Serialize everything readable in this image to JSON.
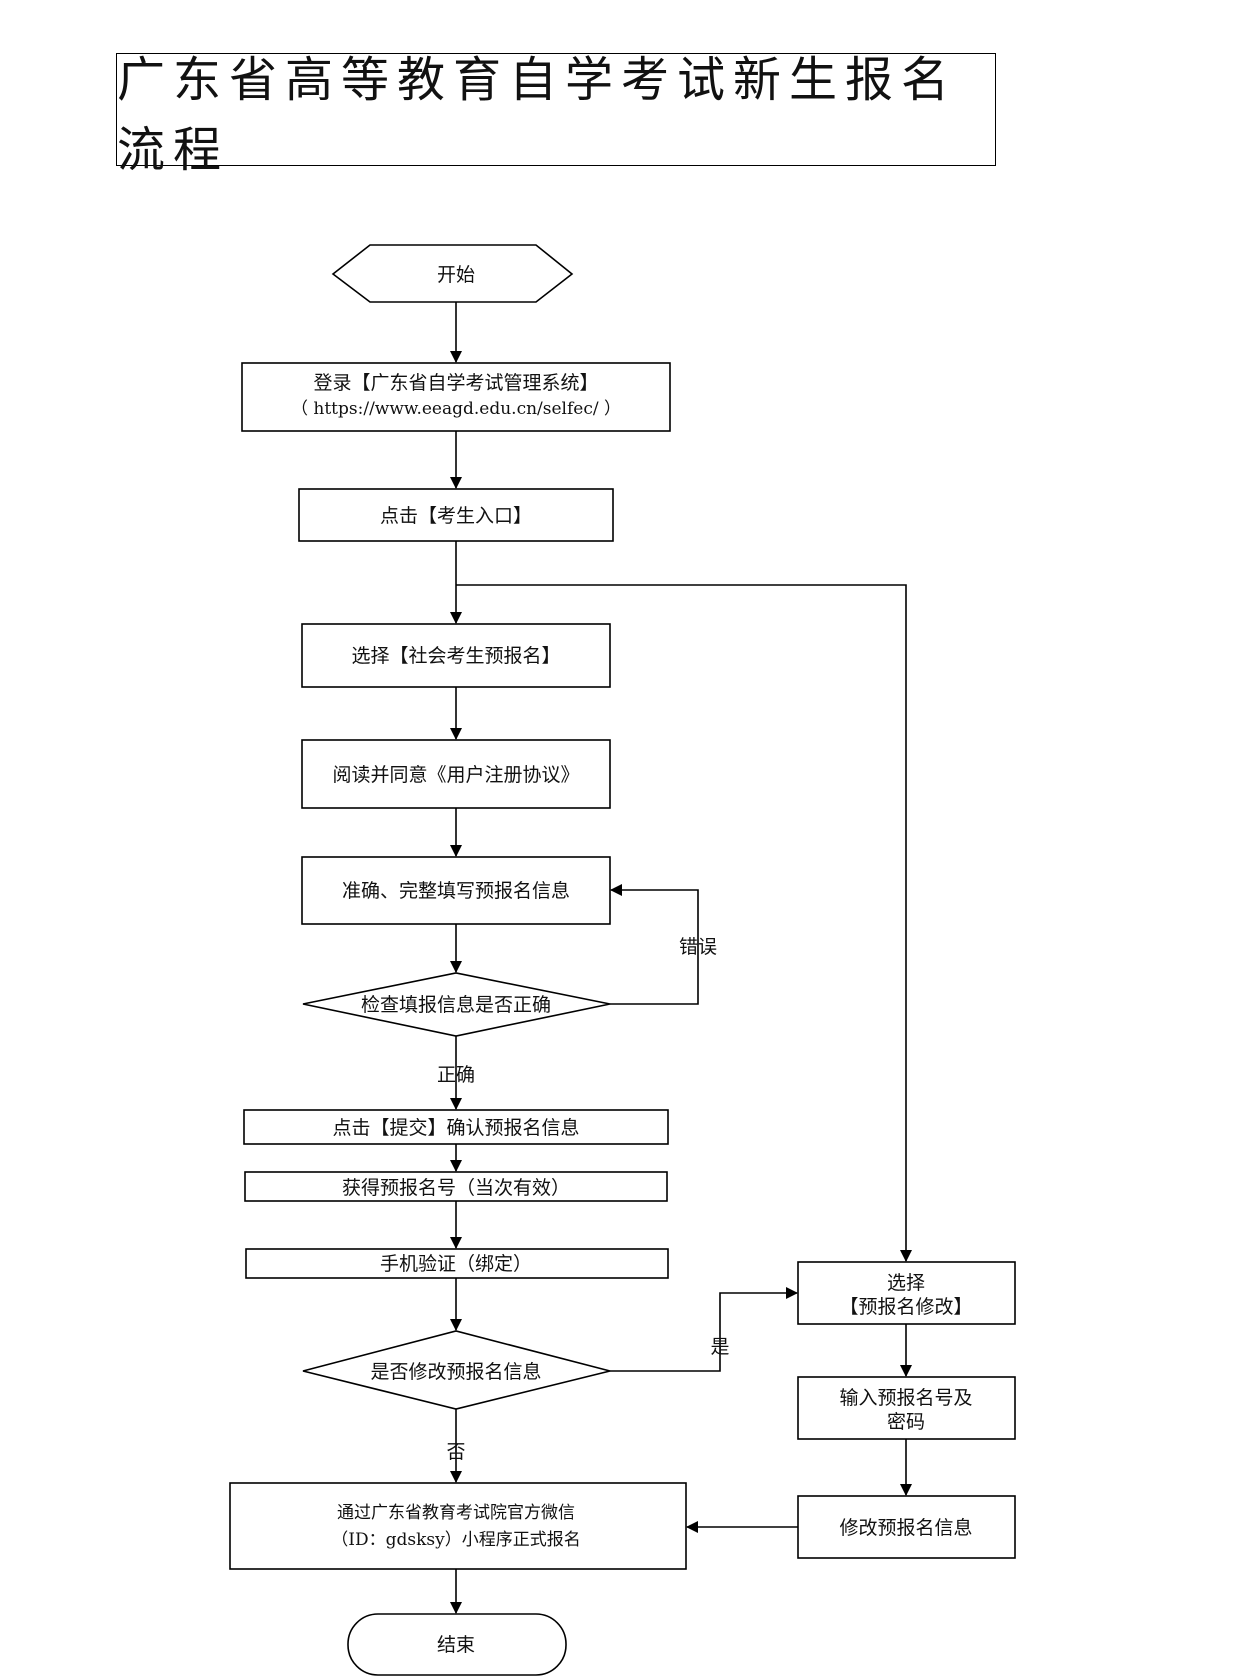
{
  "title": "广东省高等教育自学考试新生报名流程",
  "nodes": {
    "start": "开始",
    "login_line1": "登录【广东省自学考试管理系统】",
    "login_line2": "（ https://www.eeagd.edu.cn/selfec/ ）",
    "click_entry": "点击【考生入口】",
    "select_social": "选择【社会考生预报名】",
    "read_agree": "阅读并同意《用户注册协议》",
    "fill_info": "准确、完整填写预报名信息",
    "check_info": "检查填报信息是否正确",
    "submit": "点击【提交】确认预报名信息",
    "get_number": "获得预报名号（当次有效）",
    "phone_verify": "手机验证（绑定）",
    "modify_decision": "是否修改预报名信息",
    "wechat_line1": "通过广东省教育考试院官方微信",
    "wechat_line2": "（ID：gdsksy）小程序正式报名",
    "end": "结束",
    "select_modify_line1": "选择",
    "select_modify_line2": "【预报名修改】",
    "input_number_line1": "输入预报名号及",
    "input_number_line2": "密码",
    "modify_info": "修改预报名信息"
  },
  "edge_labels": {
    "error": "错误",
    "correct": "正确",
    "yes": "是",
    "no": "否"
  }
}
